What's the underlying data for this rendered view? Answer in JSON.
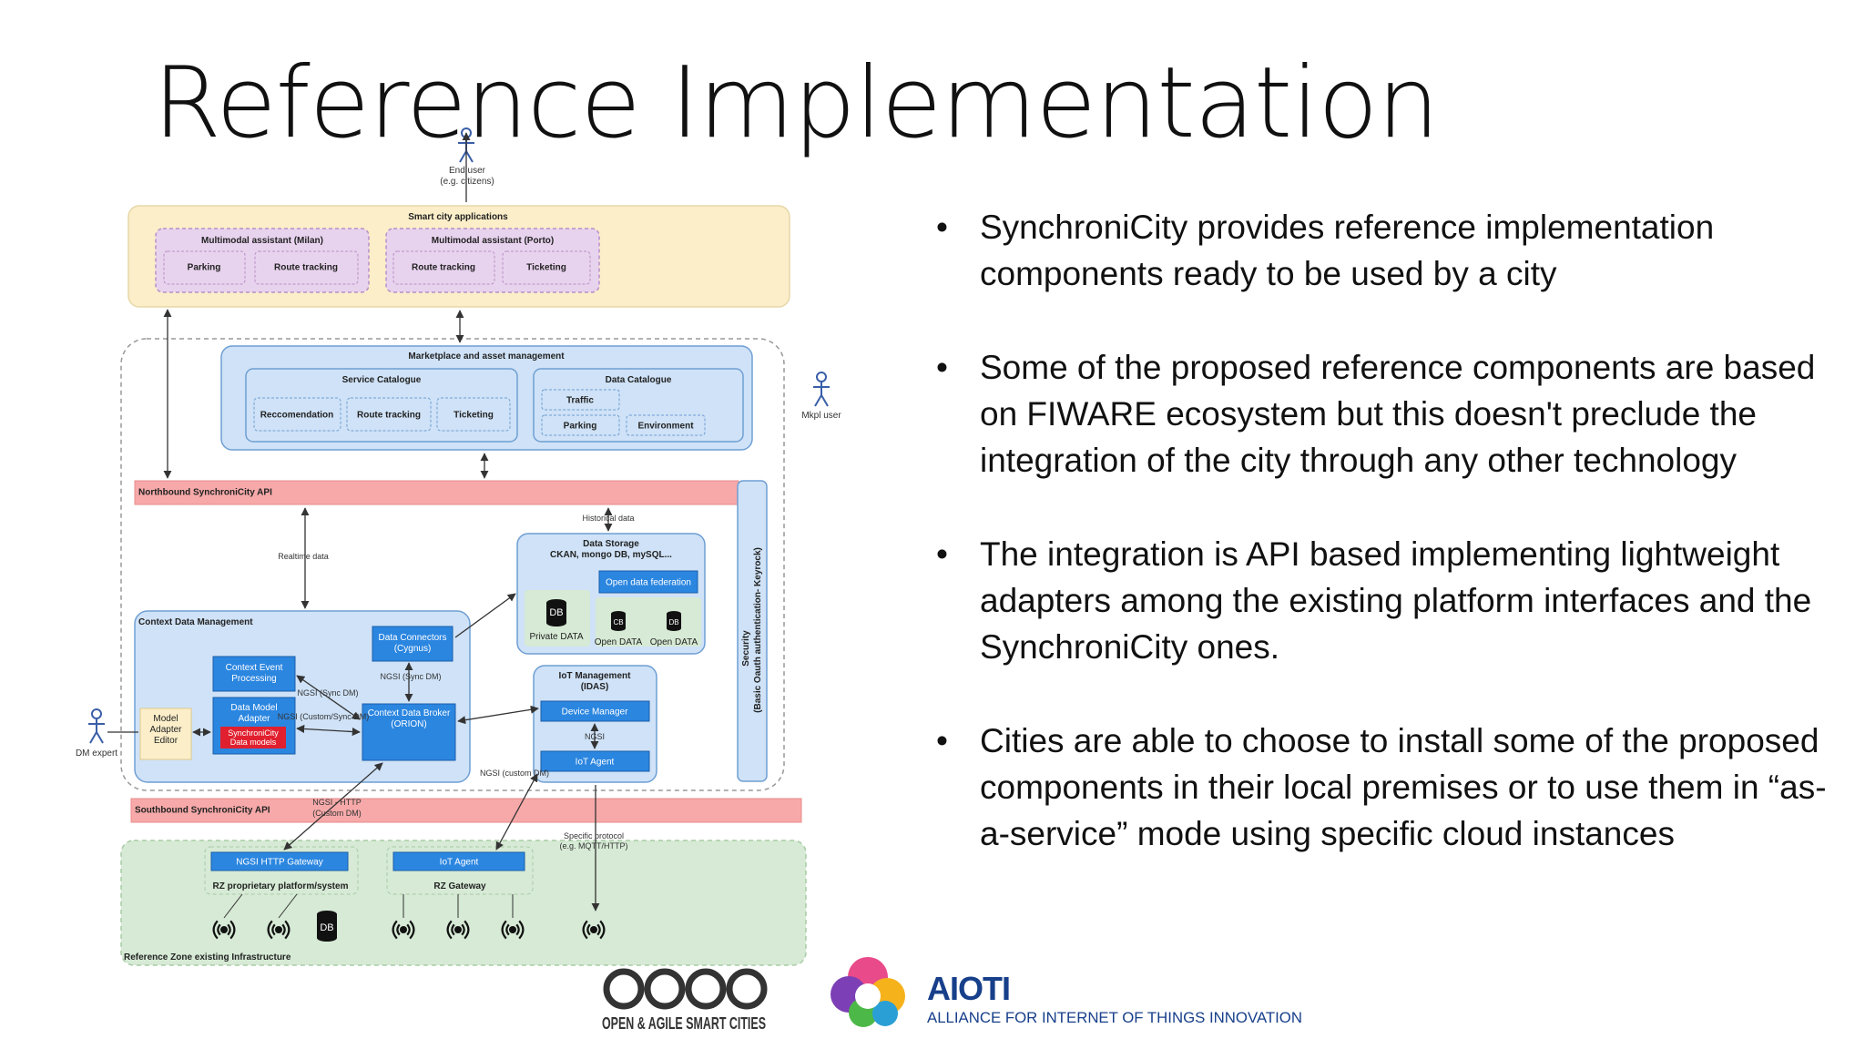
{
  "slide": {
    "title": "Reference Implementation",
    "bullets": [
      "SynchroniCity provides reference implementation components ready to be used by a city",
      "Some of the proposed reference components are based on FIWARE ecosystem but this doesn't preclude the integration of the city through any other technology",
      "The integration is API based implementing lightweight adapters among the existing platform interfaces and the SynchroniCity ones.",
      "Cities are able to choose to install some of the proposed components in their local premises or to use them in “as-a-service” mode using specific cloud instances"
    ]
  },
  "diagram": {
    "actors": {
      "end_user_line1": "End user",
      "end_user_line2": "(e.g. citizens)",
      "mkpl_user": "Mkpl user",
      "dm_expert": "DM expert"
    },
    "smart_city": {
      "title": "Smart city applications",
      "milan_title": "Multimodal assistant (Milan)",
      "milan_items": [
        "Parking",
        "Route tracking"
      ],
      "porto_title": "Multimodal assistant (Porto)",
      "porto_items": [
        "Route tracking",
        "Ticketing"
      ]
    },
    "marketplace": {
      "title": "Marketplace and asset management",
      "service_catalogue": "Service Catalogue",
      "service_items": [
        "Reccomendation",
        "Route tracking",
        "Ticketing"
      ],
      "data_catalogue": "Data Catalogue",
      "data_items": [
        "Traffic",
        "Parking",
        "Environment"
      ]
    },
    "northbound_api": "Northbound SynchroniCity API",
    "southbound_api": "Southbound SynchroniCity API",
    "security_line1": "Security",
    "security_line2": "(Basic Oauth authentication- Keyrock)",
    "labels": {
      "historical_data": "Historical data",
      "realtime_data": "Realtime data",
      "ngsi_sync_dm": "NGSI (Sync DM)",
      "ngsi_sync_dm_2": "NGSI (Sync DM)",
      "ngsi_custom_sync": "NGSI (Custom/Sync DM)",
      "ngsi": "NGSI",
      "ngsi_custom_dm": "NGSI (custom DM)",
      "ngsi_http_line1": "NGSI - HTTP",
      "ngsi_http_line2": "(Custom DM)",
      "specific_protocol_line1": "Specific protocol",
      "specific_protocol_line2": "(e.g. MQTT/HTTP)"
    },
    "data_storage": {
      "title_line1": "Data Storage",
      "title_line2": "CKAN, mongo DB, mySQL...",
      "open_data_federation": "Open data federation",
      "private_data": "Private DATA",
      "open_data_1": "Open DATA",
      "open_data_2": "Open DATA",
      "db_label": "DB",
      "cb_label": "CB",
      "db_small": "DB"
    },
    "context_mgmt": {
      "title": "Context Data Management",
      "data_connectors_line1": "Data Connectors",
      "data_connectors_line2": "(Cygnus)",
      "cep_line1": "Context Event",
      "cep_line2": "Processing",
      "dma_line1": "Data Model",
      "dma_line2": "Adapter",
      "sc_models_line1": "SynchroniCity",
      "sc_models_line2": "Data models",
      "model_editor_line1": "Model",
      "model_editor_line2": "Adapter",
      "model_editor_line3": "Editor",
      "broker_line1": "Context Data Broker",
      "broker_line2": "(ORION)"
    },
    "iot": {
      "title_line1": "IoT Management",
      "title_line2": "(IDAS)",
      "device_manager": "Device Manager",
      "iot_agent": "IoT Agent"
    },
    "reference_zone": {
      "title": "Reference Zone existing Infrastructure",
      "ngsi_gateway": "NGSI HTTP Gateway",
      "rz_platform": "RZ proprietary platform/system",
      "iot_agent": "IoT Agent",
      "rz_gateway": "RZ Gateway",
      "db_label": "DB"
    }
  },
  "logos": {
    "oasc_text": "OPEN & AGILE SMART CITIES",
    "aioti_name": "AIOTI",
    "aioti_tagline": "ALLIANCE FOR INTERNET OF THINGS INNOVATION"
  },
  "colors": {
    "smart_city_bg": "#fbeec9",
    "blue_group_bg": "#cfe2f7",
    "blue_box": "#2b86e0",
    "api_bar": "#f7a9a9",
    "ref_zone_bg": "#d6ead5",
    "purple_bg": "#e8d3ee",
    "red_models": "#e0202e"
  }
}
